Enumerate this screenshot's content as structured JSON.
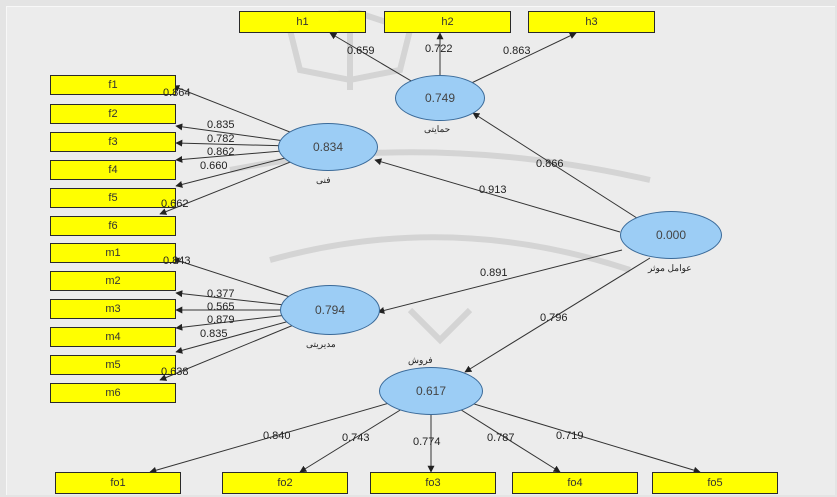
{
  "construct_names": {
    "hemayati": "حمایتی",
    "fanni": "فنی",
    "avamel": "عوامل موثر",
    "modiriyati": "مدیریتی",
    "forush": "فروش"
  },
  "constructs": {
    "hemayati": "0.749",
    "fanni": "0.834",
    "avamel": "0.000",
    "modiriyati": "0.794",
    "forush": "0.617"
  },
  "indicators": {
    "h1": "h1",
    "h2": "h2",
    "h3": "h3",
    "f1": "f1",
    "f2": "f2",
    "f3": "f3",
    "f4": "f4",
    "f5": "f5",
    "f6": "f6",
    "m1": "m1",
    "m2": "m2",
    "m3": "m3",
    "m4": "m4",
    "m5": "m5",
    "m6": "m6",
    "fo1": "fo1",
    "fo2": "fo2",
    "fo3": "fo3",
    "fo4": "fo4",
    "fo5": "fo5"
  },
  "loadings": {
    "h1": "0.659",
    "h2": "0.722",
    "h3": "0.863",
    "f1": "0.864",
    "f2": "0.835",
    "f3": "0.782",
    "f4": "0.862",
    "f5": "0.660",
    "f6": "0.662",
    "m1": "0.843",
    "m2": "0.377",
    "m3": "0.565",
    "m4": "0.879",
    "m5": "0.835",
    "m6": "0.638",
    "fo1": "0.840",
    "fo2": "0.743",
    "fo3": "0.774",
    "fo4": "0.787",
    "fo5": "0.719"
  },
  "paths": {
    "to_hemayati": "0.866",
    "to_fanni": "0.913",
    "to_modiriyati": "0.891",
    "to_forush": "0.796"
  },
  "colors": {
    "indicator_fill": "#ffff00",
    "construct_fill": "#9ccdf5",
    "background": "#e4e4e4"
  }
}
